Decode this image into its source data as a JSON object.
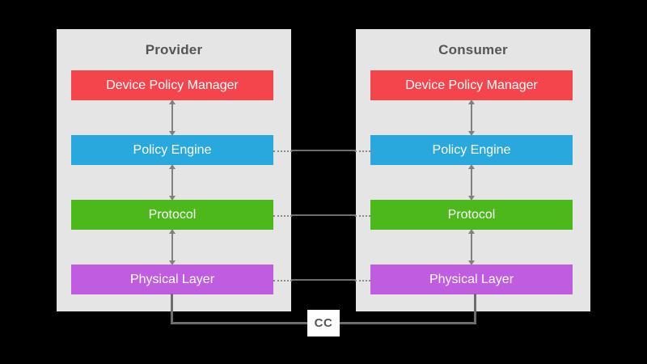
{
  "diagram": {
    "background_color": "#000000",
    "panel_background": "#e5e5e5",
    "connector_color": "#6e6e6e",
    "panels": [
      {
        "id": "provider",
        "title": "Provider",
        "layers": [
          {
            "label": "Device Policy Manager",
            "color": "#f4444c"
          },
          {
            "label": "Policy Engine",
            "color": "#29a8dd"
          },
          {
            "label": "Protocol",
            "color": "#4cb81c"
          },
          {
            "label": "Physical Layer",
            "color": "#c05ce0"
          }
        ]
      },
      {
        "id": "consumer",
        "title": "Consumer",
        "layers": [
          {
            "label": "Device Policy Manager",
            "color": "#f4444c"
          },
          {
            "label": "Policy Engine",
            "color": "#29a8dd"
          },
          {
            "label": "Protocol",
            "color": "#4cb81c"
          },
          {
            "label": "Physical Layer",
            "color": "#c05ce0"
          }
        ]
      }
    ],
    "bus": {
      "label": "CC"
    }
  }
}
